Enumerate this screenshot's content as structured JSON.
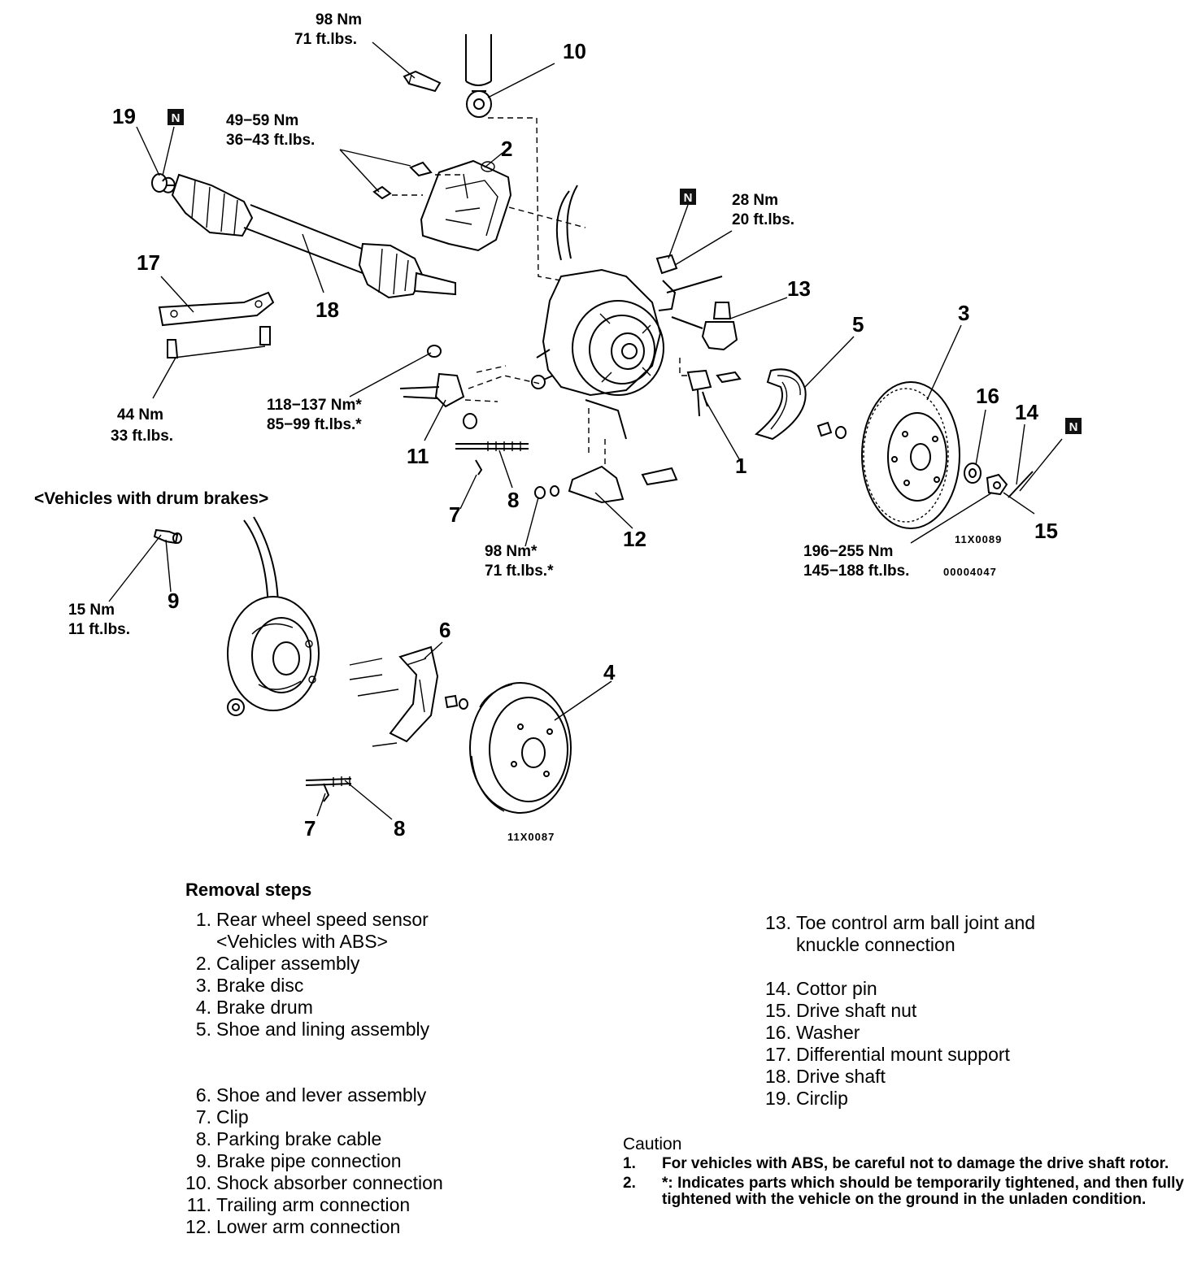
{
  "callouts": {
    "n1": "1",
    "n2": "2",
    "n3": "3",
    "n4": "4",
    "n5": "5",
    "n6": "6",
    "n7a": "7",
    "n7b": "7",
    "n8a": "8",
    "n8b": "8",
    "n9": "9",
    "n10": "10",
    "n11": "11",
    "n12": "12",
    "n13": "13",
    "n14": "14",
    "n15": "15",
    "n16": "16",
    "n17": "17",
    "n18": "18",
    "n19": "19"
  },
  "torque": {
    "t98a_nm": "98 Nm",
    "t98a_ft": "71 ft.lbs.",
    "t49_nm": "49−59 Nm",
    "t49_ft": "36−43 ft.lbs.",
    "t28_nm": "28 Nm",
    "t28_ft": "20 ft.lbs.",
    "t44_nm": "44 Nm",
    "t44_ft": "33 ft.lbs.",
    "t118_nm": "118−137 Nm*",
    "t118_ft": "85−99 ft.lbs.*",
    "t98b_nm": "98 Nm*",
    "t98b_ft": "71 ft.lbs.*",
    "t196_nm": "196−255 Nm",
    "t196_ft": "145−188 ft.lbs.",
    "t15_nm": "15  Nm",
    "t15_ft": "11 ft.lbs."
  },
  "new_part_mark": "N",
  "codes": {
    "c1": "11X0089",
    "c2": "00004047",
    "c3": "11X0087"
  },
  "drum_header": "<Vehicles with drum brakes>",
  "removal": {
    "title": "Removal steps",
    "left": [
      {
        "n": "1.",
        "t": "Rear wheel speed sensor"
      },
      {
        "n": "",
        "t": "<Vehicles with ABS>"
      },
      {
        "n": "2.",
        "t": "Caliper assembly"
      },
      {
        "n": "3.",
        "t": "Brake disc"
      },
      {
        "n": "4.",
        "t": "Brake drum"
      },
      {
        "n": "5.",
        "t": "Shoe and lining assembly"
      },
      {
        "n": "6.",
        "t": "Shoe and lever assembly"
      },
      {
        "n": "7.",
        "t": "Clip"
      },
      {
        "n": "8.",
        "t": "Parking brake cable"
      },
      {
        "n": "9.",
        "t": "Brake pipe connection"
      },
      {
        "n": "10.",
        "t": "Shock absorber connection"
      },
      {
        "n": "11.",
        "t": "Trailing arm connection"
      },
      {
        "n": "12.",
        "t": "Lower arm connection"
      }
    ],
    "right": [
      {
        "n": "13.",
        "t": "Toe control arm ball joint and"
      },
      {
        "n": "",
        "t": "knuckle connection"
      },
      {
        "n": "14.",
        "t": "Cottor pin"
      },
      {
        "n": "15.",
        "t": "Drive shaft nut"
      },
      {
        "n": "16.",
        "t": "Washer"
      },
      {
        "n": "17.",
        "t": "Differential mount support"
      },
      {
        "n": "18.",
        "t": "Drive shaft"
      },
      {
        "n": "19.",
        "t": "Circlip"
      }
    ]
  },
  "caution": {
    "title": "Caution",
    "items": [
      {
        "n": "1.",
        "t": "For vehicles with ABS, be careful not to damage the drive shaft rotor."
      },
      {
        "n": "2.",
        "t": "*: Indicates parts which should be temporarily tightened, and then fully tightened with the vehicle on the ground in the unladen condition."
      }
    ]
  }
}
